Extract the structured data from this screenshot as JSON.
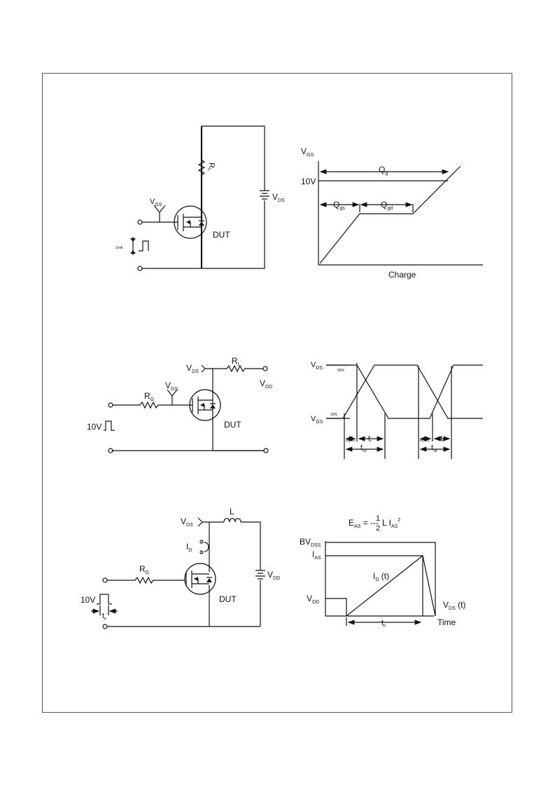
{
  "gate_charge": {
    "circuit": {
      "vgs": "V",
      "vgs_sub": "GS",
      "rl": "R",
      "rl_sub": "L",
      "vds": "V",
      "vds_sub": "DS",
      "dut": "DUT",
      "current": "1mA"
    },
    "waveform": {
      "ylabel": "V",
      "ylabel_sub": "GS",
      "ten_v": "10V",
      "qg": "Q",
      "qg_sub": "g",
      "qgs": "Q",
      "qgs_sub": "gs",
      "qgd": "Q",
      "qgd_sub": "gd",
      "xlabel": "Charge"
    }
  },
  "switching": {
    "circuit": {
      "vds": "V",
      "vds_sub": "DS",
      "rl": "R",
      "rl_sub": "L",
      "vdd": "V",
      "vdd_sub": "DD",
      "rg": "R",
      "rg_sub": "G",
      "vgs": "V",
      "vgs_sub": "GS",
      "pulse": "10V",
      "dut": "DUT"
    },
    "waveform": {
      "vds": "V",
      "vds_sub": "DS",
      "vgs": "V",
      "vgs_sub": "GS",
      "p90": "90%",
      "p10": "10%",
      "td_on": "td(on)",
      "tr": "t",
      "tr_sub": "r",
      "ton": "t",
      "ton_sub": "on",
      "td_off": "td(off)",
      "tf": "t",
      "tf_sub": "f",
      "toff": "t",
      "toff_sub": "off"
    }
  },
  "avalanche": {
    "circuit": {
      "vds": "V",
      "vds_sub": "DS",
      "l": "L",
      "id": "I",
      "id_sub": "D",
      "rg": "R",
      "rg_sub": "G",
      "vdd": "V",
      "vdd_sub": "DD",
      "pulse": "10V",
      "tp": "t",
      "tp_sub": "p",
      "dut": "DUT"
    },
    "waveform": {
      "eas_main": "E",
      "eas_sub": "AS",
      "eas_eq": " = ---",
      "frac_num": "1",
      "frac_den": "2",
      "eas_tail": "  L I",
      "ias_sub": "AS",
      "sq": "2",
      "bvdss": "BV",
      "bvdss_sub": "DSS",
      "ias": "I",
      "ias2_sub": "AS",
      "idt": "I",
      "idt_sub": "D",
      "idt_tail": " (t)",
      "vdd": "V",
      "vdd_sub": "DD",
      "vdst": "V",
      "vdst_sub": "DS",
      "vdst_tail": " (t)",
      "tp": "t",
      "tp_sub": "p",
      "time": "Time"
    }
  }
}
